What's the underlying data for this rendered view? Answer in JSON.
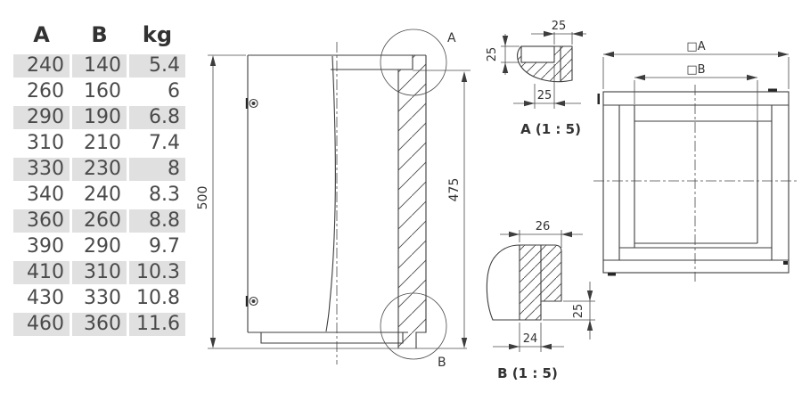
{
  "table": {
    "headers": [
      "A",
      "B",
      "kg"
    ],
    "rows": [
      [
        "240",
        "140",
        "5.4"
      ],
      [
        "260",
        "160",
        "6"
      ],
      [
        "290",
        "190",
        "6.8"
      ],
      [
        "310",
        "210",
        "7.4"
      ],
      [
        "330",
        "230",
        "8"
      ],
      [
        "340",
        "240",
        "8.3"
      ],
      [
        "360",
        "260",
        "8.8"
      ],
      [
        "390",
        "290",
        "9.7"
      ],
      [
        "410",
        "310",
        "10.3"
      ],
      [
        "430",
        "330",
        "10.8"
      ],
      [
        "460",
        "360",
        "11.6"
      ]
    ]
  },
  "side_view": {
    "overall_height_dim": "500",
    "inner_height_dim": "475",
    "detail_a_ref": "A",
    "detail_b_ref": "B"
  },
  "detail_a": {
    "title": "A  (1 : 5)",
    "top_dim": "25",
    "side_dim": "25",
    "bottom_dim": "25"
  },
  "detail_b": {
    "title": "B  (1 : 5)",
    "top_dim": "26",
    "side_dim": "25",
    "bottom_dim": "24"
  },
  "front_view": {
    "outer_dim": "□A",
    "inner_dim": "□B"
  },
  "colors": {
    "line": "#3d3d3d",
    "dimension": "#4a4a4a",
    "text": "#333333",
    "cell_background": "#e0e0e0",
    "cell_text": "#4a4a4a"
  }
}
